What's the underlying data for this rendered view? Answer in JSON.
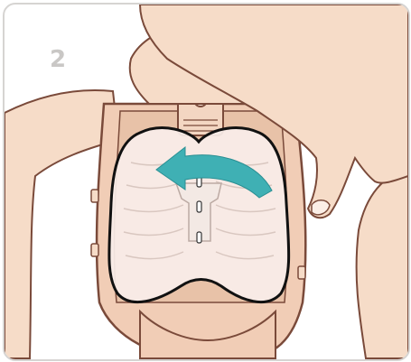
{
  "illustration": {
    "step_number": "2",
    "colors": {
      "skin": "#f6dcc8",
      "skin_dark": "#e8bfa3",
      "outline": "#7a4a3a",
      "chest_plate": "#f8eeea",
      "chest_outline": "#111111",
      "arrow": "#3fb0b4",
      "frame": "#d6d4d2"
    },
    "icons": [
      "manikin-torso",
      "chest-plate",
      "rotate-arrow",
      "hand"
    ]
  }
}
